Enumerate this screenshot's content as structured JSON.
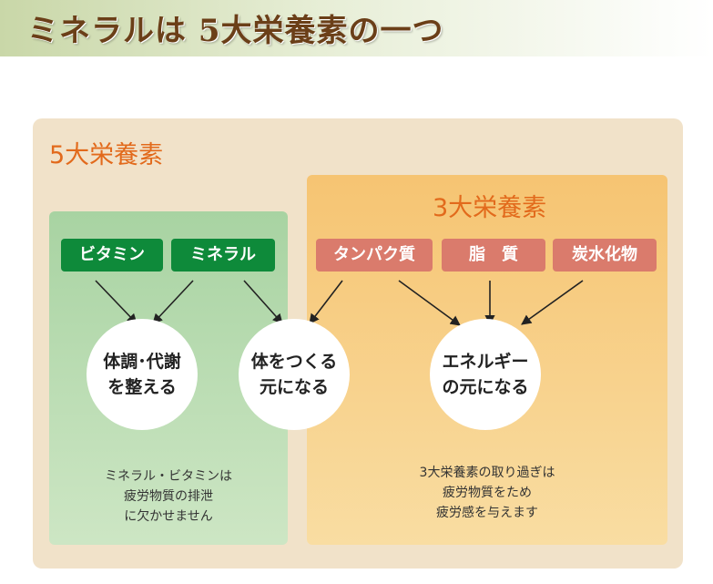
{
  "header": {
    "title": "ミネラルは 5大栄養素の一つ"
  },
  "five_nutrients": {
    "title": "5大栄養素"
  },
  "three_nutrients": {
    "title": "3大栄養素"
  },
  "labels": {
    "vitamin": "ビタミン",
    "mineral": "ミネラル",
    "protein": "タンパク質",
    "fat": "脂　質",
    "carb": "炭水化物"
  },
  "circles": {
    "regulate": [
      "体調･代謝",
      "を整える"
    ],
    "build": [
      "体をつくる",
      "元になる"
    ],
    "energy": [
      "エネルギー",
      "の元になる"
    ]
  },
  "notes": {
    "green": [
      "ミネラル・ビタミンは",
      "疲労物質の排泄",
      "に欠かせません"
    ],
    "orange": [
      "3大栄養素の取り過ぎは",
      "疲労物質をため",
      "疲労感を与えます"
    ]
  },
  "colors": {
    "title": "#6b3f18",
    "accent_orange": "#e26a1c",
    "pill_green": "#0e8a3a",
    "pill_red": "#da7b6c",
    "panel_beige": "#f1e2c9",
    "panel_green": "#a8d3a2",
    "panel_orange": "#f6c472"
  }
}
